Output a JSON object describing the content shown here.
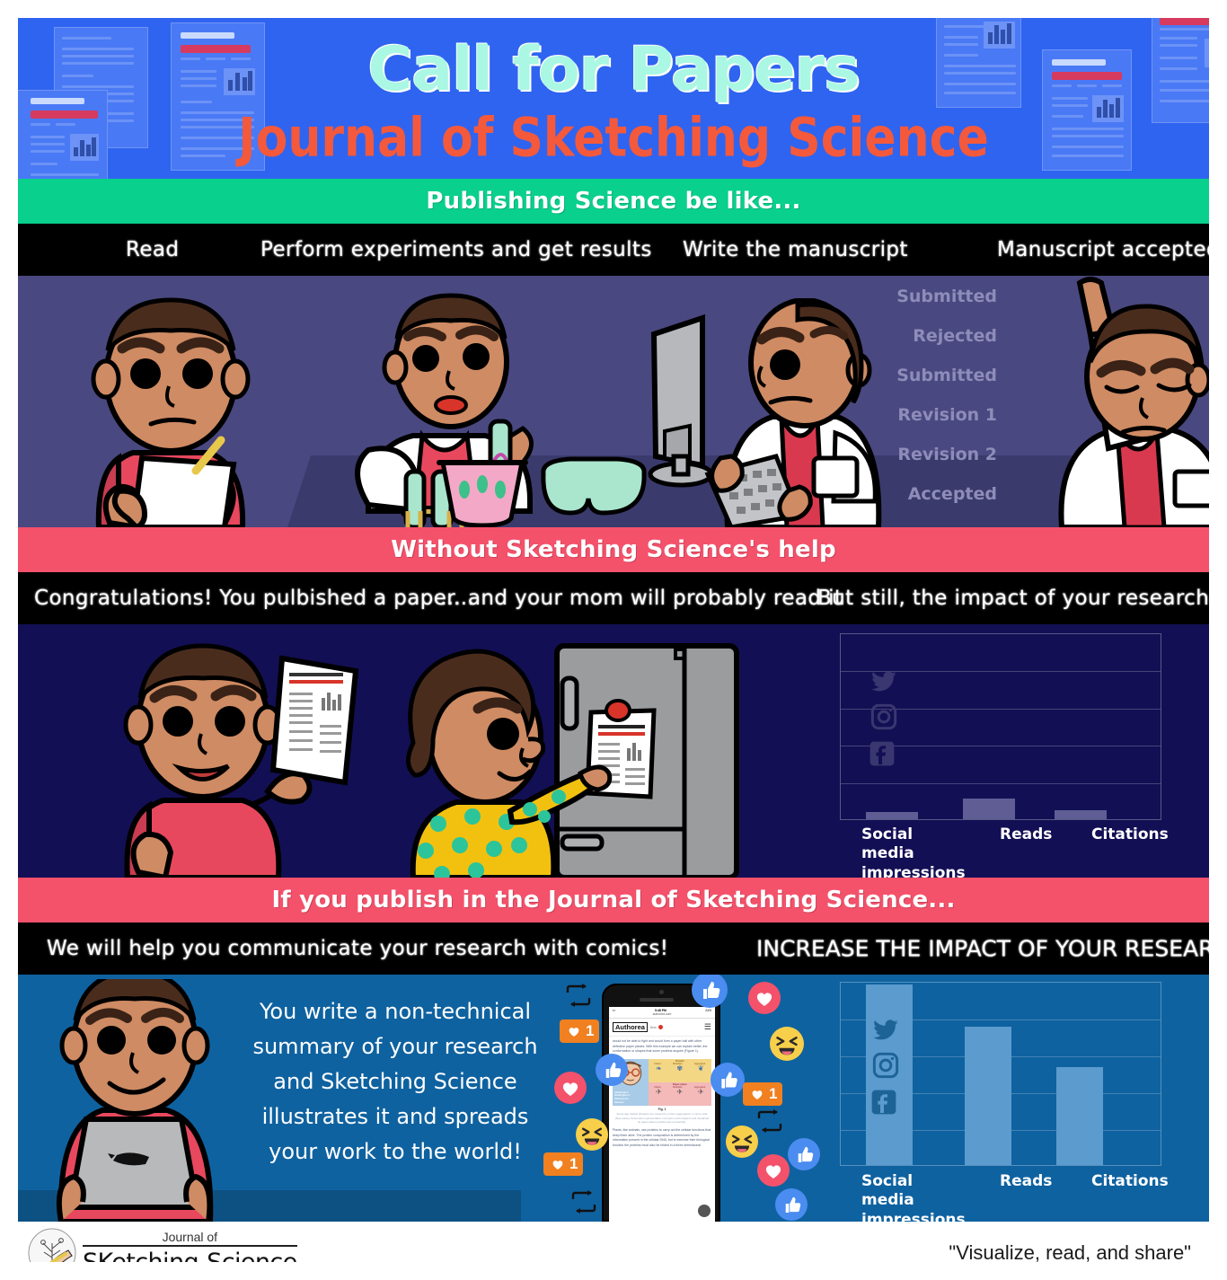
{
  "header": {
    "title": "Call for Papers",
    "subtitle": "Journal of Sketching Science",
    "title_color": "#aaf7e3",
    "subtitle_color": "#f4593c",
    "background_color": "#2f64f0"
  },
  "band1": {
    "banner": "Publishing Science be like...",
    "banner_color": "#0ad08d",
    "captions": [
      "Read",
      "Perform experiments and get results",
      "Write the manuscript",
      "Manuscript accepted"
    ],
    "status_list": [
      "Submitted",
      "Rejected",
      "Submitted",
      "Revision 1",
      "Revision 2",
      "Accepted"
    ],
    "panel_color": "#4a4880"
  },
  "band2": {
    "banner": "Without Sketching Science's help",
    "banner_color": "#f4516b",
    "captions": [
      "Congratulations! You pulbished a paper...",
      "... and your mom will probably read it",
      "But still, the impact of your research is low"
    ],
    "panel_color": "#130f54"
  },
  "band3": {
    "banner": "If you publish in the Journal of Sketching Science...",
    "banner_color": "#f4516b",
    "captions": [
      "We will help you communicate your research with comics!",
      "INCREASE THE IMPACT OF YOUR RESEARCH!"
    ],
    "blurb": "You write a non-technical summary of your research and Sketching Science illustrates it and spreads your work to the world!",
    "panel_color": "#0f62a0"
  },
  "phone": {
    "site_name": "Authorea",
    "site_badge": "Beta",
    "status_time": "5:48 PM",
    "url": "authorea.com",
    "battery": "24%",
    "body_text": "would not be able to fight and would form a paper ball with other defective paper planes. With this example we can explain better, the conformation or shapes that some proteins acquire (Figure 1).",
    "figure_caption": "Fig. 1",
    "figure_note": "Some age related diseases are caused by protein aggregation in nerve cells (blue panel). Schematic representation of protein conformations and visualized as paper planes (yellow and red panels).",
    "body_text2": "Plants, like animals, use proteins to carry out the cellular functions that keep them alive. The protein composition is determined by the information present in the cellular DNA, but to exercise their biological function the proteins must also be folded in a three dimensional",
    "figure_labels": {
      "protein_title": "Protein",
      "paperplane_title": "Paper plane",
      "cols": [
        "Folded",
        "Misfolded",
        "Aggregated"
      ],
      "diseases": "Alzheimer's\nHuntington's\nParkinson's\ndisease"
    },
    "reaction_counts": [
      "1",
      "1",
      "1"
    ]
  },
  "reactions": {
    "like_label": "like-icon",
    "heart_label": "heart-icon",
    "laugh_label": "laugh-icon",
    "retweet_label": "retweet-icon"
  },
  "chart_data": [
    {
      "type": "bar",
      "title": "But still, the impact of your research is low",
      "categories": [
        "Social media impressions",
        "Reads",
        "Citations"
      ],
      "values": [
        4,
        11,
        5
      ],
      "ylim": [
        0,
        100
      ],
      "bar_color": "#5f5d94",
      "grid": true,
      "gridlines": 5,
      "legend": "none",
      "xlabel": "",
      "ylabel": "",
      "social_icons": [
        "twitter-icon",
        "instagram-icon",
        "facebook-icon"
      ]
    },
    {
      "type": "bar",
      "title": "INCREASE THE IMPACT OF YOUR RESEARCH!",
      "categories": [
        "Social media impressions",
        "Reads",
        "Citations"
      ],
      "values": [
        98,
        75,
        53
      ],
      "ylim": [
        0,
        100
      ],
      "bar_color": "#5b9bcd",
      "grid": true,
      "gridlines": 5,
      "legend": "none",
      "xlabel": "",
      "ylabel": "",
      "social_icons": [
        "twitter-icon",
        "instagram-icon",
        "facebook-icon"
      ]
    }
  ],
  "footer": {
    "logo_line1": "Journal of",
    "logo_line2a": "SKetching",
    "logo_dash": "-",
    "logo_line2b": "Science",
    "tagline": "\"Visualize, read, and share\""
  }
}
